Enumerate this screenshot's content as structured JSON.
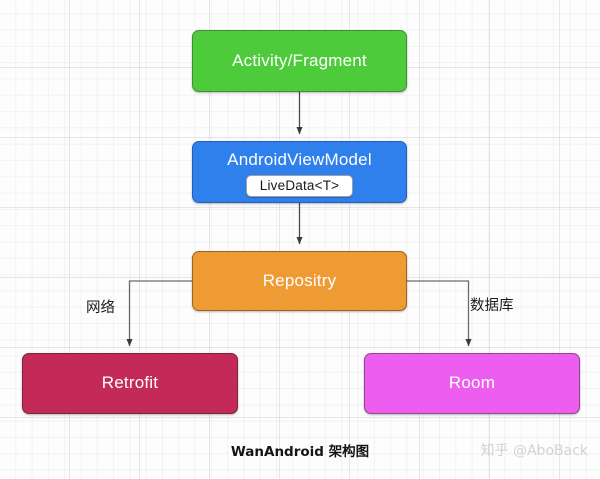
{
  "diagram": {
    "caption": "WanAndroid 架构图",
    "watermark": "知乎 @AboBack",
    "nodes": [
      {
        "id": "activity",
        "label": "Activity/Fragment",
        "color": "#4ecb3b",
        "border": "#3f8e33"
      },
      {
        "id": "viewmodel",
        "label": "AndroidViewModel",
        "color": "#2f80ed",
        "border": "#2361b8",
        "badge": "LiveData<T>"
      },
      {
        "id": "repositry",
        "label": "Repositry",
        "color": "#ef9b34",
        "border": "#9e6320"
      },
      {
        "id": "retrofit",
        "label": "Retrofit",
        "color": "#c32a58",
        "border": "#7c2240"
      },
      {
        "id": "room",
        "label": "Room",
        "color": "#ed5df0",
        "border": "#8a4a8c"
      }
    ],
    "edges": [
      {
        "from": "activity",
        "to": "viewmodel",
        "label": ""
      },
      {
        "from": "viewmodel",
        "to": "repositry",
        "label": ""
      },
      {
        "from": "repositry",
        "to": "retrofit",
        "label": "网络"
      },
      {
        "from": "repositry",
        "to": "room",
        "label": "数据库"
      }
    ],
    "edge_color": "#555555"
  }
}
